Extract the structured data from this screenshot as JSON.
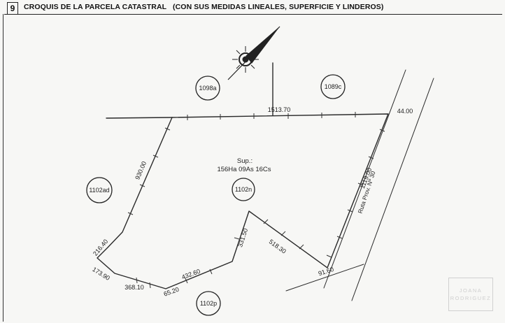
{
  "header": {
    "number": "9",
    "title": "CROQUIS DE LA PARCELA CATASTRAL",
    "subtitle": "(CON SUS MEDIDAS LINEALES, SUPERFICIE Y LINDEROS)"
  },
  "parcels": {
    "p1098a": "1098a",
    "p1089c": "1089c",
    "p1102ad": "1102ad",
    "p1102n": "1102n",
    "p1102p": "1102p"
  },
  "surface": {
    "label": "Sup.:",
    "value": "156Ha 09As 16Cs"
  },
  "measures": {
    "m1513": "1513.70",
    "m44": "44.00",
    "m930": "930.00",
    "m1119": "1119.00",
    "m216": "216.40",
    "m173": "173.90",
    "m368": "368.10",
    "m65": "65.20",
    "m432": "432.60",
    "m331": "331.50",
    "m518": "518.30",
    "m91": "91.60"
  },
  "road": {
    "label": "Ruta Prov. Nº 30"
  },
  "watermark": {
    "line1": "JOANA",
    "line2": "RODRIGUEZ"
  }
}
